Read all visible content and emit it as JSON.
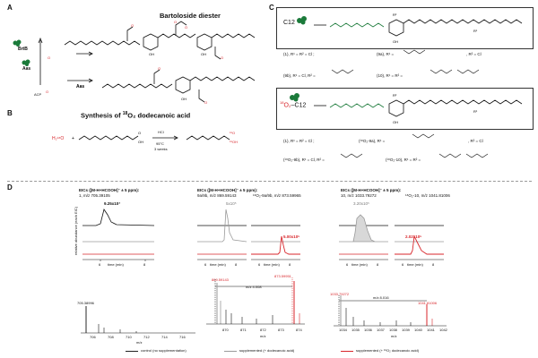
{
  "panel_a": {
    "label": "A",
    "title": "Bartoloside diester",
    "enzymes": [
      "BrtB",
      "Aas"
    ],
    "acp_label": "ACP",
    "oh_label": "OH"
  },
  "panel_b": {
    "label": "B",
    "title_prefix": "Synthesis of ",
    "title_sup": "18",
    "title_suffix": "O₂ dodecanoic acid",
    "reagent": "HCl",
    "temp": "95°C",
    "time": "3 weeks"
  },
  "panel_c": {
    "label": "C",
    "c12_label": "C12",
    "o18_c12_label": "C12",
    "o18_prefix": "18",
    "compounds_top": [
      "(1), R¹ = R² = Cl ;",
      "(9a), R¹ =",
      ", R² = Cl",
      "(9b), R¹ = Cl, R² =",
      "(10), R¹ = R² ="
    ],
    "compounds_bottom": [
      "(1), R¹ = R² = Cl ;",
      "(¹⁸O₂-9a), R¹ =",
      ", R² = Cl",
      "(¹⁸O₂-9b), R¹ = Cl, R² =",
      "(¹⁸O₂-10), R¹ = R² ="
    ]
  },
  "panel_d": {
    "label": "D",
    "columns": [
      {
        "header": "EICs ([M-H+HCOOH]⁻ ± 5 ppm):",
        "sub": "1, m/z 705.39105",
        "peak_label": "9.25x10⁷",
        "ms_peak": "705.38996",
        "ms_ticks": [
          "706",
          "708",
          "710",
          "712",
          "714",
          "716"
        ]
      },
      {
        "header": "EICs ([M-H+HCOOH]⁻ ± 5 ppm):",
        "sub": "9a/9b, m/z 869.59143",
        "sub2": "¹⁸O₂-9a/9b, m/z 873.59965",
        "peak_label": "5x10⁵",
        "red_peak_label": "5.00x10⁵",
        "ms_peak_black": "869.59143",
        "ms_peak_red": "873.59951",
        "delta": "m/z 4.008",
        "ms_ticks": [
          "870",
          "871",
          "872",
          "873",
          "874"
        ]
      },
      {
        "header": "EICs ([M-H+HCOOH]⁻ ± 5 ppm):",
        "sub": "10, m/z 1033.79272",
        "sub2": "¹⁸O₂-10, m/z 1041.81006",
        "peak_label": "3.20x10⁵",
        "red_peak_label": "2.02x10⁵",
        "ms_peak_black": "1033.79272",
        "ms_peak_red": "1041.81006",
        "delta": "m/z 8.016",
        "ms_ticks": [
          "1034",
          "1035",
          "1036",
          "1037",
          "1038",
          "1039",
          "1040",
          "1041",
          "1042"
        ]
      }
    ],
    "ylabel": "relative abundance (each EIC)",
    "time_label": "time (min)",
    "time_ticks": [
      "6",
      "8"
    ],
    "mz_label": "m/z",
    "legend": [
      {
        "label": "control (no supplementation)",
        "color": "#222222"
      },
      {
        "label": "supplemented (+ dodecanoic acid)",
        "color": "#9a9a9a"
      },
      {
        "label": "supplemented (+ ¹⁸O₂ dodecanoic acid)",
        "color": "#d8262b"
      }
    ]
  }
}
